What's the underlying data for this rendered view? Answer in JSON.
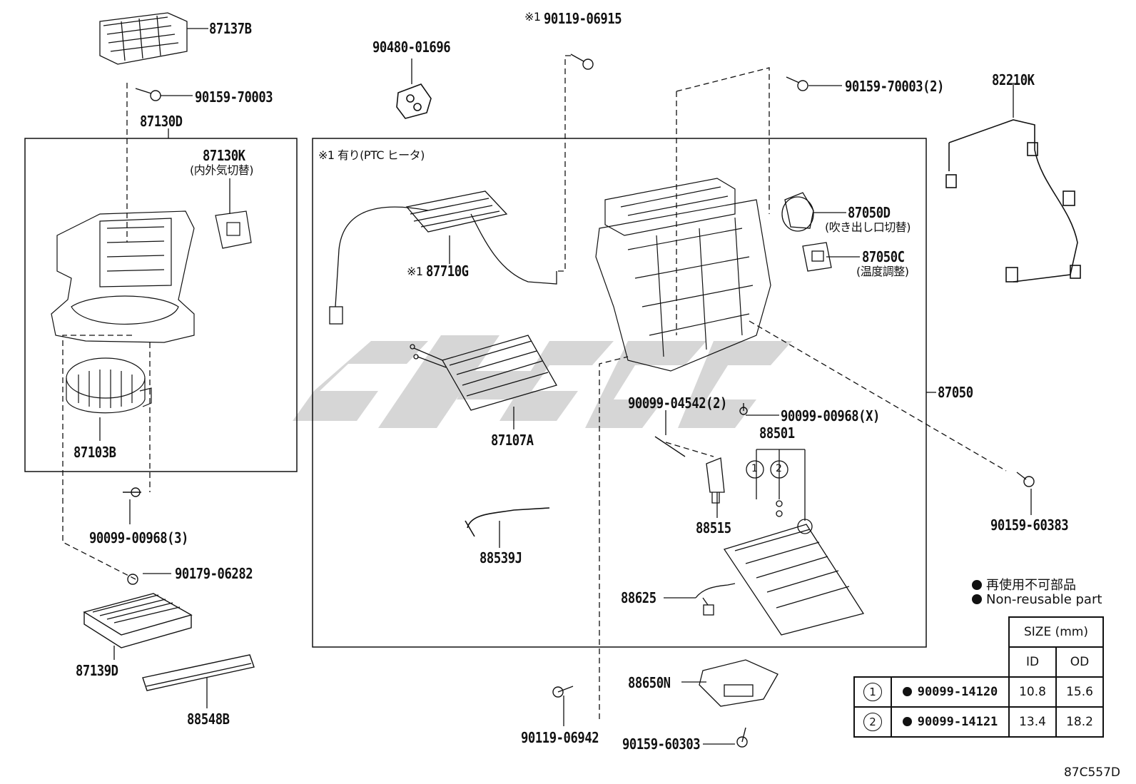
{
  "colors": {
    "line": "#111111",
    "watermark": "#c8c8c8",
    "background": "#ffffff"
  },
  "box_note": "※1 有り(PTC ヒータ)",
  "parts": {
    "p87137B": "87137B",
    "p90159_70003": "90159-70003",
    "p87130D": "87130D",
    "p87130K": "87130K",
    "p87130K_note": "(内外気切替)",
    "p87103B": "87103B",
    "p90099_00968_3": "90099-00968(3)",
    "p90179_06282": "90179-06282",
    "p87139D": "87139D",
    "p88548B": "88548B",
    "p90480_01696": "90480-01696",
    "p90119_06915": "90119-06915",
    "p90119_06915_mark": "※1",
    "p87710G_mark": "※1",
    "p87710G": "87710G",
    "p87107A": "87107A",
    "p88539J": "88539J",
    "p90159_70003_2": "90159-70003(2)",
    "p87050D": "87050D",
    "p87050D_note": "(吹き出し口切替)",
    "p87050C": "87050C",
    "p87050C_note": "(温度調整)",
    "p87050": "87050",
    "p90099_04542_2": "90099-04542(2)",
    "p90099_00968_X": "90099-00968(X)",
    "p88501": "88501",
    "p88515": "88515",
    "p88625": "88625",
    "p88650N": "88650N",
    "p90119_06942": "90119-06942",
    "p90159_60303": "90159-60303",
    "p82210K": "82210K",
    "p90159_60383": "90159-60383"
  },
  "legend": {
    "jp": "再使用不可部品",
    "en": "Non-reusable part"
  },
  "size_table": {
    "header": "SIZE (mm)",
    "col_id": "ID",
    "col_od": "OD",
    "rows": [
      {
        "mark": "1",
        "part": "90099-14120",
        "id": "10.8",
        "od": "15.6"
      },
      {
        "mark": "2",
        "part": "90099-14121",
        "id": "13.4",
        "od": "18.2"
      }
    ]
  },
  "circle_marks": [
    "1",
    "2"
  ],
  "diagram_ref": "87C557D"
}
